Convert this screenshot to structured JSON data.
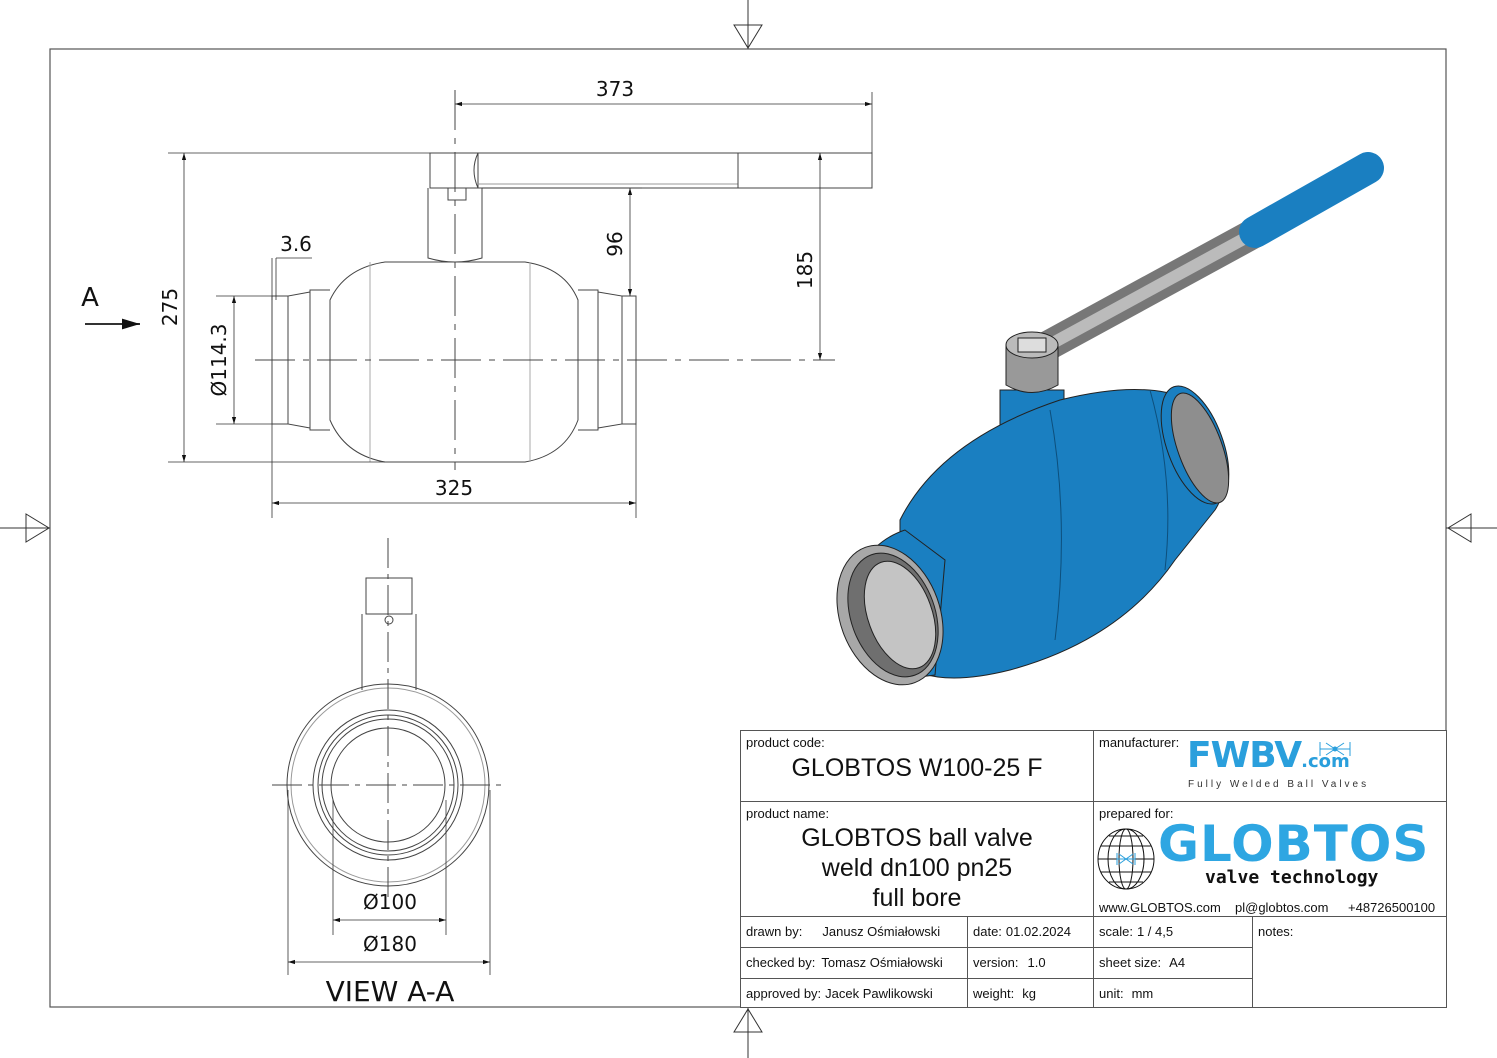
{
  "dimensions": {
    "handle_length": "373",
    "overall_height": "275",
    "handle_height": "185",
    "stem_height": "96",
    "face_to_face": "325",
    "pipe_od": "Ø114.3",
    "wall_thickness": "3.6",
    "bore": "Ø100",
    "body_diameter": "Ø180"
  },
  "view_marker": "A",
  "view_label": "VIEW A-A",
  "colors": {
    "valve_blue": "#1a7fc1",
    "logo_blue": "#2ea6e2",
    "frame": "#555555"
  },
  "title_block": {
    "product_code_label": "product code:",
    "product_code": "GLOBTOS W100-25 F",
    "manufacturer_label": "manufacturer:",
    "manufacturer_logo": "FWBV",
    "manufacturer_logo_suffix": ".com",
    "manufacturer_tagline": "Fully Welded Ball Valves",
    "product_name_label": "product name:",
    "product_name_lines": [
      "GLOBTOS ball valve",
      "weld dn100 pn25",
      "full bore"
    ],
    "prepared_for_label": "prepared for:",
    "client_logo": "GLOBTOS",
    "client_tagline": "valve technology",
    "website": "www.GLOBTOS.com",
    "email": "pl@globtos.com",
    "phone": "+48726500100",
    "drawn_by_label": "drawn by:",
    "drawn_by": "Janusz Ośmiałowski",
    "checked_by_label": "checked by:",
    "checked_by": "Tomasz Ośmiałowski",
    "approved_by_label": "approved by:",
    "approved_by": "Jacek Pawlikowski",
    "date_label": "date:",
    "date": "01.02.2024",
    "version_label": "version:",
    "version": "1.0",
    "weight_label": "weight:",
    "weight": "kg",
    "scale_label": "scale:",
    "scale": "1 / 4,5",
    "sheet_size_label": "sheet size:",
    "sheet_size": "A4",
    "unit_label": "unit:",
    "unit": "mm",
    "notes_label": "notes:"
  }
}
